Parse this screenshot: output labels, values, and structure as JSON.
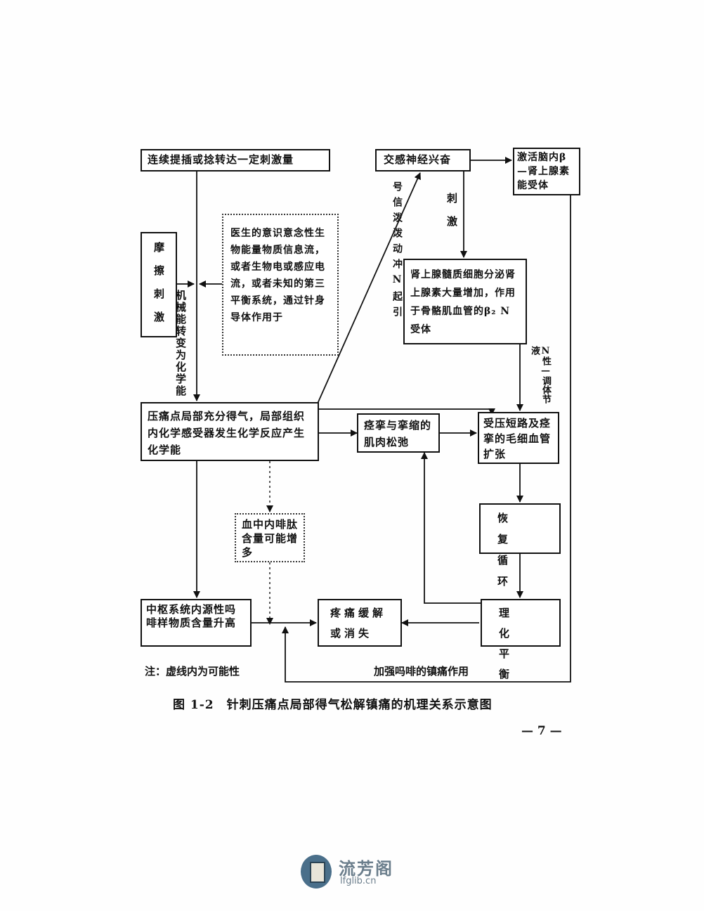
{
  "boxes": {
    "b1": "连续提插或捻转达一定刺激量",
    "b2": "交感神经兴奋",
    "b3": "激活脑内β—肾上腺素能受体",
    "b4": "医生的意识意念性生物能量物质信息流，或者生物电或感应电流，或者未知的第三平衡系统，通过针身导体作用于",
    "b5": "摩擦刺激",
    "b6": "肾上腺髓质细胞分泌肾上腺素大量增加，作用于骨骼肌血管的β₂ N受体",
    "b7": "压痛点局部充分得气，局部组织内化学感受器发生化学反应产生化学能",
    "b8": "痉挛与挛缩的肌肉松弛",
    "b9": "受压短路及痉挛的毛细血管扩张",
    "b10": "恢复循环",
    "b11": "血中内啡肽含量可能增多",
    "b12": "中枢系统内源性吗啡样物质含量升高",
    "b13": "疼痛缓解或消失",
    "b14": "理化平衡"
  },
  "labels": {
    "l_mech": "机械能转变为化学能",
    "l_signal": "号信泼泼动冲N起引",
    "l_stim": "刺激",
    "l_neuro": "N性—调体节液",
    "l_note": "注：虚线内为可能性",
    "l_enhance": "加强吗啡的镇痛作用"
  },
  "caption": "图 1-2　针刺压痛点局部得气松解镇痛的机理关系示意图",
  "page_number": "— 7 —",
  "watermark": {
    "title": "流芳阁",
    "url": "lfglib.cn"
  }
}
